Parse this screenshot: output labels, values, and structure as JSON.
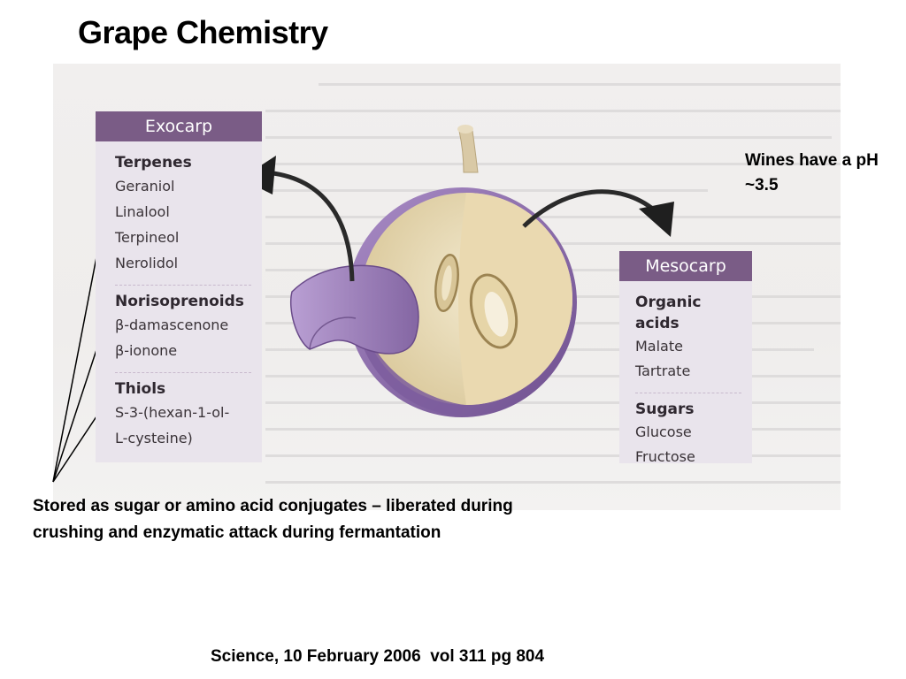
{
  "title": "Grape Chemistry",
  "exocarp": {
    "header": "Exocarp",
    "groups": [
      {
        "title": "Terpenes",
        "items": [
          "Geraniol",
          "Linalool",
          "Terpineol",
          "Nerolidol"
        ]
      },
      {
        "title": "Norisoprenoids",
        "items": [
          "β-damascenone",
          "β-ionone"
        ]
      },
      {
        "title": "Thiols",
        "items": [
          "S-3-(hexan-1-ol-",
          "L-cysteine)"
        ]
      }
    ]
  },
  "mesocarp": {
    "header": "Mesocarp",
    "groups": [
      {
        "title": "Organic acids",
        "items": [
          "Malate",
          "Tartrate"
        ]
      },
      {
        "title": "Sugars",
        "items": [
          "Glucose",
          "Fructose"
        ]
      }
    ]
  },
  "notes": {
    "ph": "Wines have a pH ~3.5",
    "stored": "Stored as sugar or amino acid conjugates – liberated during crushing and enzymatic attack during fermantation"
  },
  "citation": "Science, 10 February 2006  vol 311 pg 804",
  "colors": {
    "panel_header": "#7a5c86",
    "panel_body": "#e9e4ec",
    "grape_skin": "#8a6aa8",
    "grape_flesh": "#e9dcb8"
  }
}
